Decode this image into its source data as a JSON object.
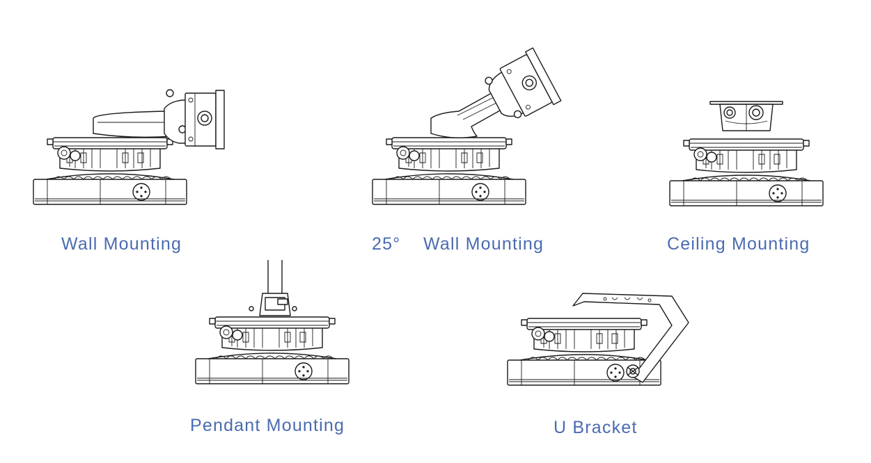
{
  "theme": {
    "caption_color": "#4a6bb0",
    "line_color": "#1a1a1a",
    "background": "#ffffff"
  },
  "items": [
    {
      "caption": "Wall Mounting",
      "drawing": "wall-mount-drawing"
    },
    {
      "caption_prefix": "25°",
      "caption": "Wall Mounting",
      "drawing": "wall-mount-25-drawing"
    },
    {
      "caption": "Ceiling Mounting",
      "drawing": "ceiling-mount-drawing"
    },
    {
      "caption": "Pendant Mounting",
      "drawing": "pendant-mount-drawing"
    },
    {
      "caption": "U Bracket",
      "drawing": "u-bracket-drawing"
    }
  ]
}
